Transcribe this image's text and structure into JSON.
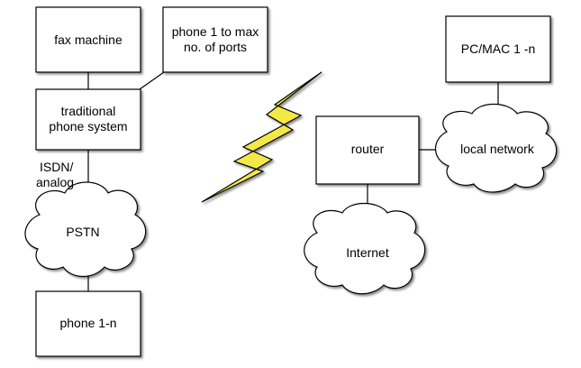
{
  "diagram": {
    "nodes": {
      "fax_machine": "fax machine",
      "phone_ports_line1": "phone 1 to max",
      "phone_ports_line2": "no. of ports",
      "traditional_phone_line1": "traditional",
      "traditional_phone_line2": "phone system",
      "pstn": "PSTN",
      "phone_1n": "phone 1-n",
      "router": "router",
      "internet": "Internet",
      "local_network": "local network",
      "pc_mac": "PC/MAC 1 -n"
    },
    "edge_labels": {
      "isdn_line1": "ISDN/",
      "isdn_line2": "analog"
    },
    "colors": {
      "lightning_fill": "#f2e94a",
      "stroke": "#000000"
    },
    "icons": [
      "lightning-bolt-icon",
      "cloud-shape"
    ]
  }
}
